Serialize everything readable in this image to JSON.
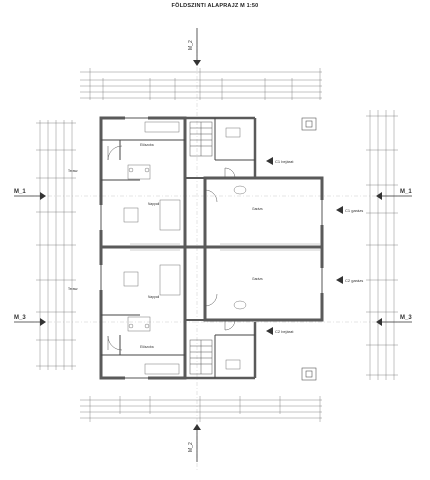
{
  "drawing": {
    "title": "FÖLDSZINTI ALAPRAJZ  M 1:50"
  },
  "section_markers": {
    "top": "M_2",
    "bottom": "M_2",
    "left_upper": "M_1",
    "left_lower": "M_3",
    "right_upper": "M_1",
    "right_lower": "M_3"
  },
  "rooms": {
    "north_stair_hall": "Előszoba",
    "north_terrace": "Terasz",
    "north_living": "Nappali",
    "south_living": "Nappali",
    "south_terrace": "Terasz",
    "south_hall": "Előszoba",
    "garage_1": "Garázs",
    "garage_2": "Garázs"
  },
  "callouts": {
    "entrance_1": "C1 bejárat",
    "garage_1": "C1 garázs",
    "garage_2": "C2 garázs",
    "entrance_2": "C2 bejárat"
  },
  "colors": {
    "wall": "#5a5a5a",
    "line": "#444444",
    "dim": "#6a6a6a",
    "grid": "#bdbdbd"
  }
}
